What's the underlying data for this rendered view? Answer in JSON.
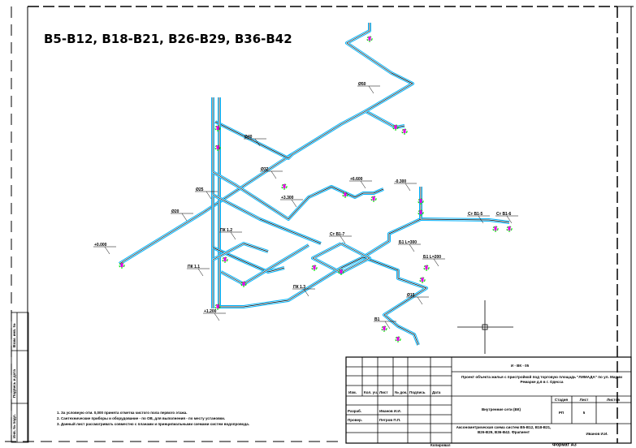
{
  "drawing": {
    "title": "B5-B12, B18-B21, B26-B29, B36-B42",
    "notes": [
      "1. За условную отм. 0,000 принята отметка чистого пола первого этажа.",
      "2. Сантехнические приборы и оборудование - по ОВ, для выполнения - по месту установки.",
      "3. Данный лист рассматривать совместно с планами и принципиальными схемами систем водопровода."
    ],
    "side_stamp": [
      "Взам. инв. №",
      "Подпись и дата",
      "Инв. № подл."
    ],
    "labels": [
      "Ø50",
      "Ø40",
      "Ø32",
      "Ø25",
      "Ø20",
      "+0.000",
      "+3.300",
      "+6.600",
      "-0.300",
      "Ст В1-5",
      "Ст В1-6",
      "Ст В1-7",
      "ПК 1.1",
      "ПК 1.2",
      "ПК 1.3",
      "Б1 L=200",
      "Б1 L=300",
      "В1",
      "Ø15",
      "+1.200"
    ]
  },
  "title_block": {
    "doc_code": "И - ВК - 05",
    "project": "Проект объекта жилья с пристройкой под торговую площадь \"ЛИМАДА\" по ул. Марии Ремарке д.6 в г. Одесса",
    "header_cols": [
      "Изм.",
      "Кол. уч.",
      "Лист",
      "№ док.",
      "Подпись",
      "Дата"
    ],
    "roles": [
      {
        "role": "Разраб.",
        "name": "Иванов И.И."
      },
      {
        "role": "Провер.",
        "name": "Петров П.П."
      }
    ],
    "section": "Внутренние сети (ВК)",
    "stage_label": "Стадия",
    "sheet_label": "Лист",
    "sheets_label": "Листов",
    "stage": "РП",
    "sheet": "5",
    "sheet_title": "Аксонометрическая схема систем В5-В12, В18-В21, В26-В29, В36-В42. Фрагмент",
    "company": "Иванов И.И.",
    "copied": "Копировал",
    "format": "Формат А3"
  },
  "colors": {
    "pipe": "#00b4ff",
    "fitting": "#00e000",
    "valve": "#e000e0",
    "ink": "#000000"
  }
}
